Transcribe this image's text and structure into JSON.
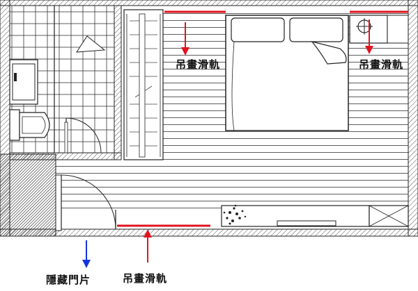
{
  "labels": {
    "rail_top_left": "吊畫滑軌",
    "rail_top_right": "吊畫滑軌",
    "hidden_door": "隱藏門片",
    "rail_bottom": "吊畫滑軌"
  },
  "colors": {
    "rail": "#e0141e",
    "door_arrow": "#1434e0",
    "line": "#222222",
    "hatch": "#555555",
    "dark_fill": "#333333"
  }
}
